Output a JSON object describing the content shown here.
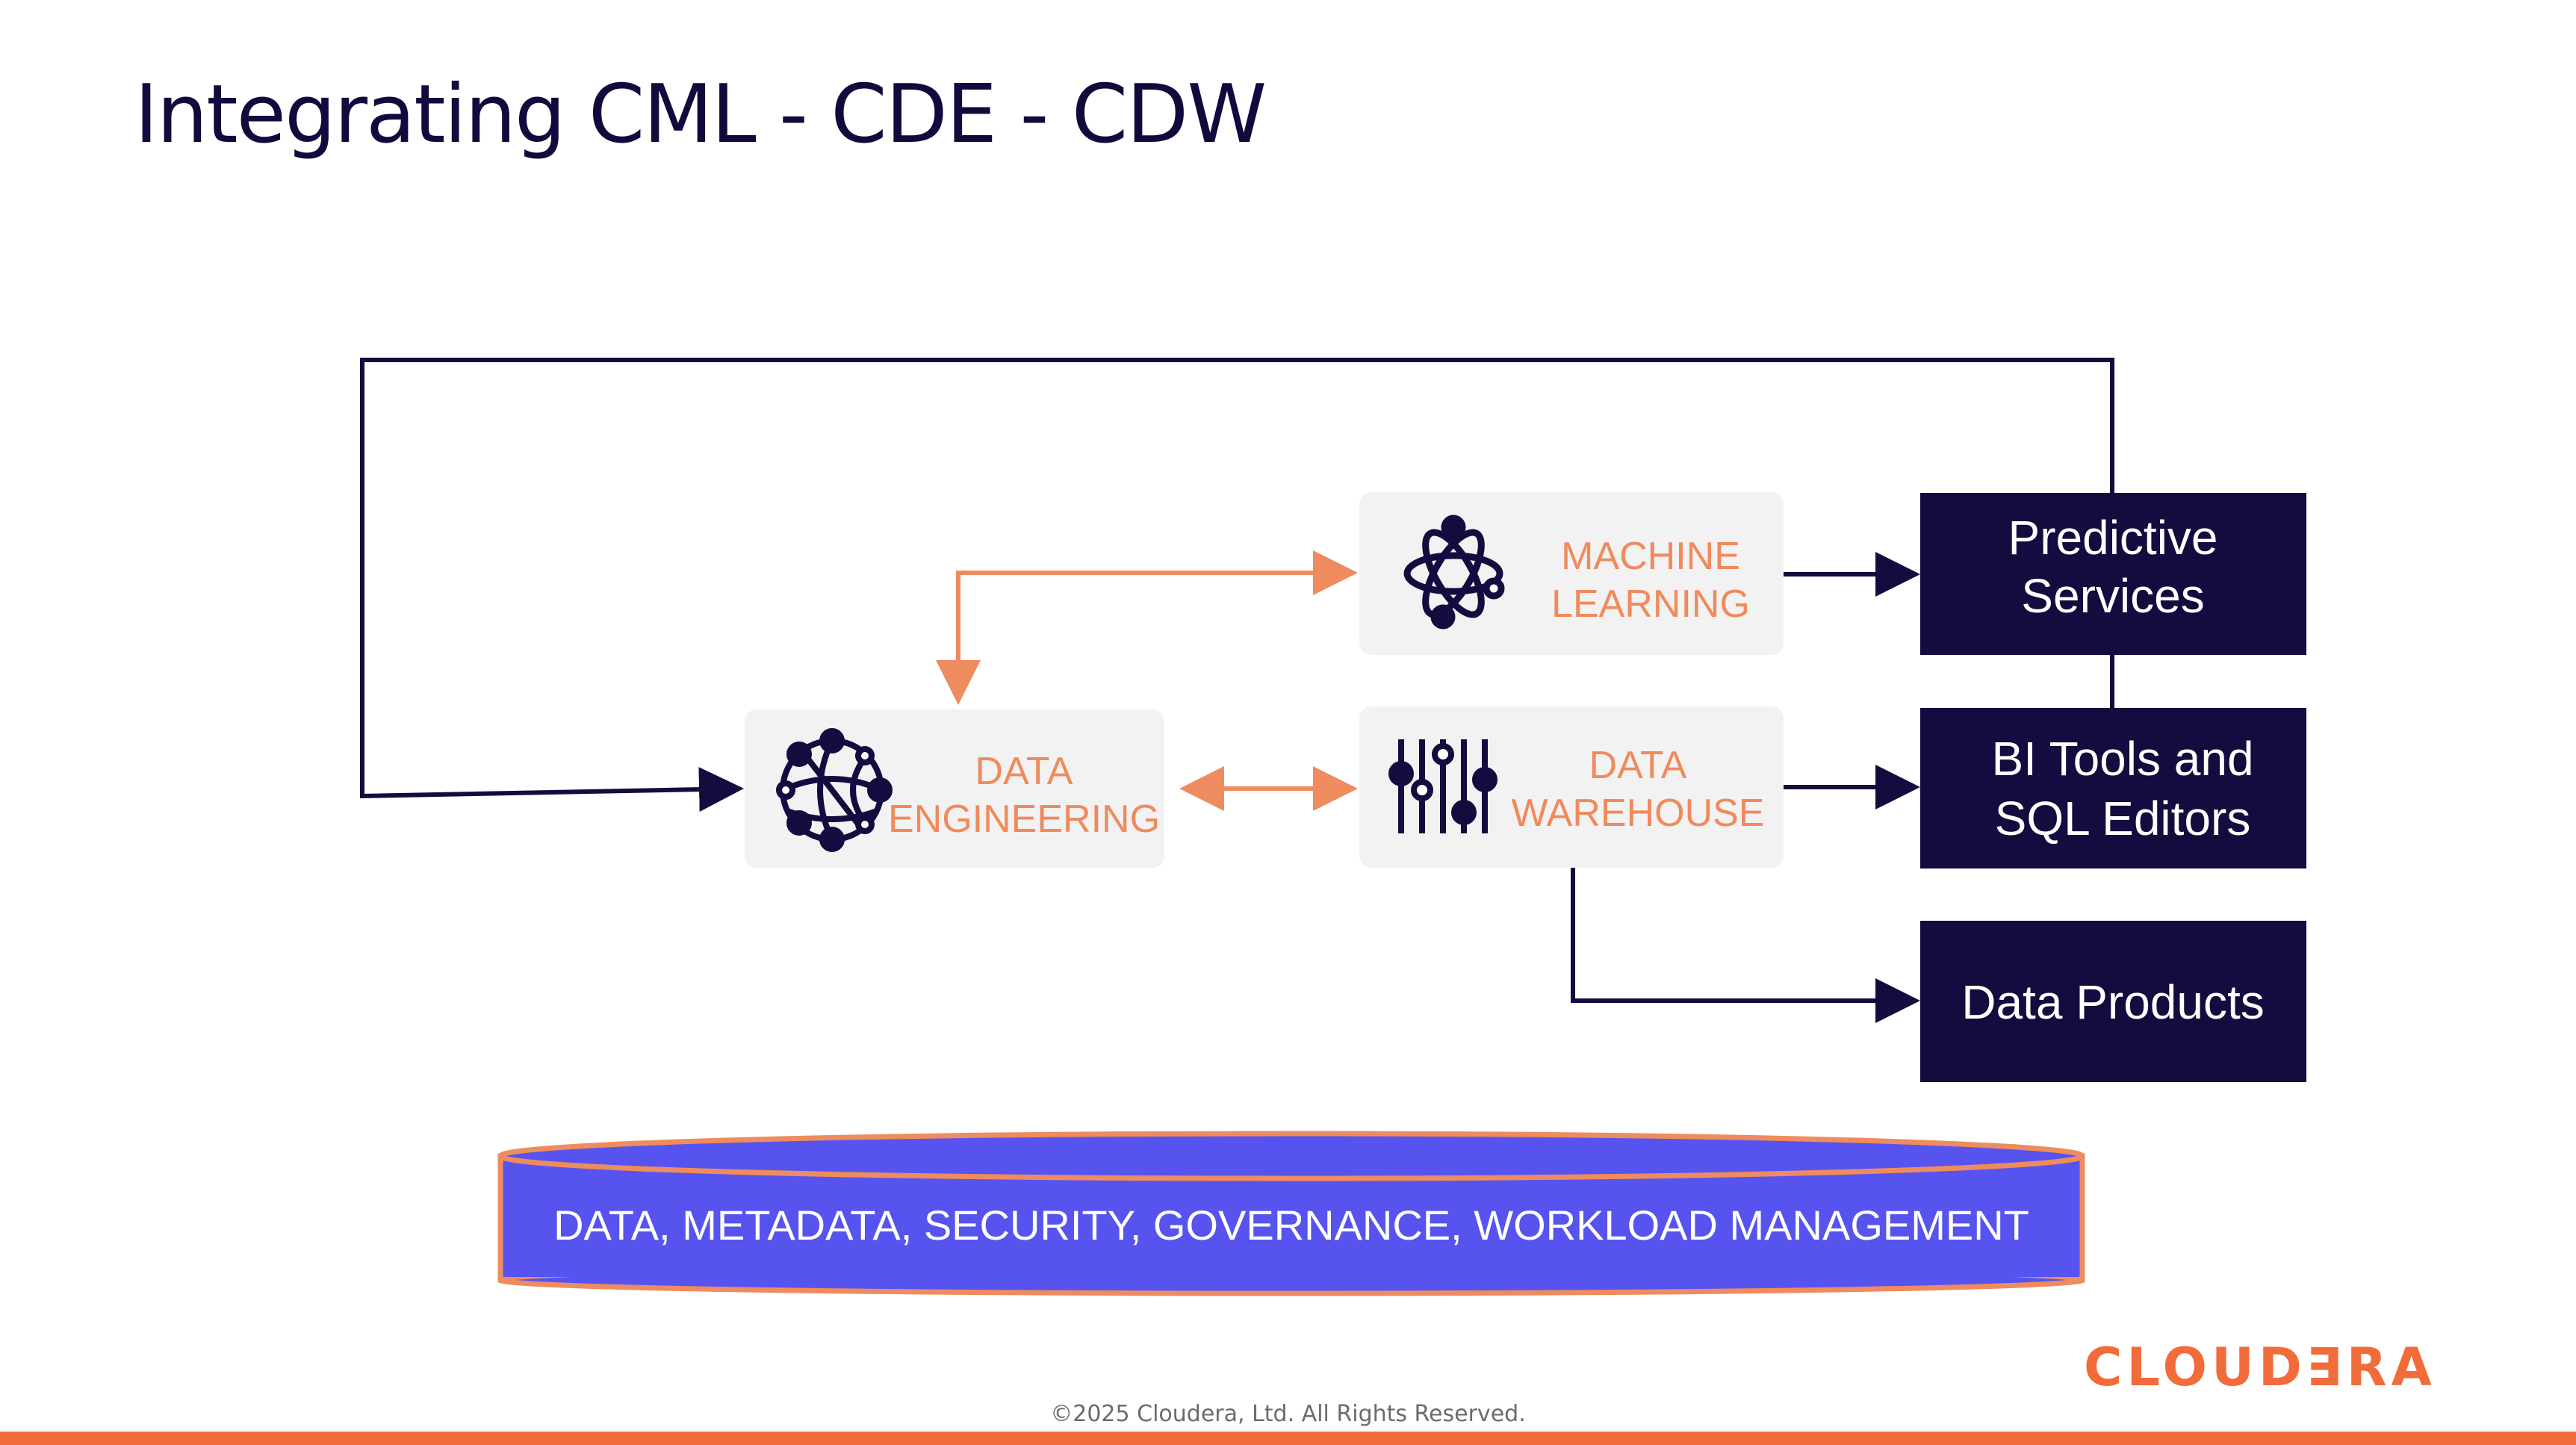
{
  "slide": {
    "title": "Integrating CML - CDE - CDW",
    "copyright": "©2025 Cloudera, Ltd. All Rights Reserved.",
    "brand": "CLOUD∃RA"
  },
  "nodes": {
    "machine_learning": {
      "line1": "MACHINE",
      "line2": "LEARNING",
      "icon": "atom-icon"
    },
    "data_engineering": {
      "line1": "DATA",
      "line2": "ENGINEERING",
      "icon": "network-globe-icon"
    },
    "data_warehouse": {
      "line1": "DATA",
      "line2": "WAREHOUSE",
      "icon": "sliders-icon"
    }
  },
  "outputs": {
    "predictive_services": {
      "line1": "Predictive",
      "line2": "Services"
    },
    "bi_tools": {
      "line1": "BI Tools and",
      "line2": "SQL Editors"
    },
    "data_products": {
      "label": "Data Products"
    }
  },
  "foundation": {
    "label": "DATA, METADATA, SECURITY, GOVERNANCE, WORKLOAD MANAGEMENT"
  },
  "colors": {
    "navy": "#140c3f",
    "orange": "#f08a5d",
    "brand_orange": "#f26b3a",
    "foundation_fill": "#5753ee",
    "node_bg": "#f2f2f2"
  }
}
